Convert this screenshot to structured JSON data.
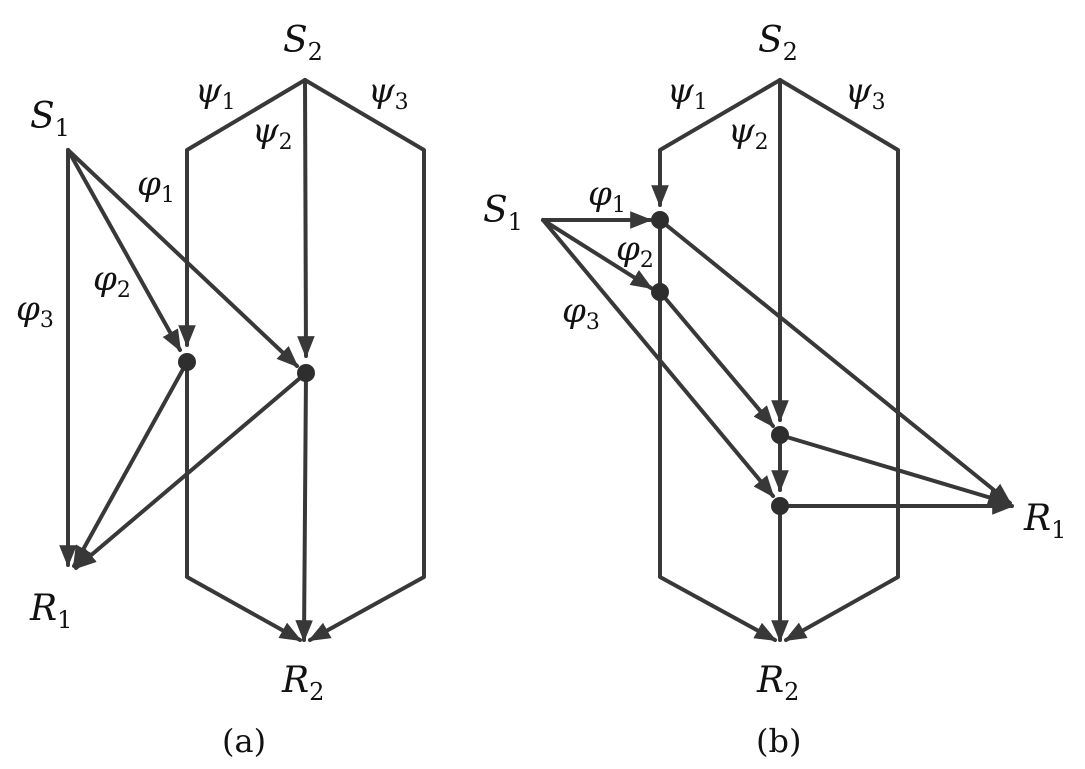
{
  "panel_a": {
    "source_1": "S",
    "source_1_sub": "1",
    "source_2": "S",
    "source_2_sub": "2",
    "receiver_1": "R",
    "receiver_1_sub": "1",
    "receiver_2": "R",
    "receiver_2_sub": "2",
    "phi_1": "φ",
    "phi_1_sub": "1",
    "phi_2": "φ",
    "phi_2_sub": "2",
    "phi_3": "φ",
    "phi_3_sub": "3",
    "psi_1": "ψ",
    "psi_1_sub": "1",
    "psi_2": "ψ",
    "psi_2_sub": "2",
    "psi_3": "ψ",
    "psi_3_sub": "3",
    "caption": "(a)"
  },
  "panel_b": {
    "source_1": "S",
    "source_1_sub": "1",
    "source_2": "S",
    "source_2_sub": "2",
    "receiver_1": "R",
    "receiver_1_sub": "1",
    "receiver_2": "R",
    "receiver_2_sub": "2",
    "phi_1": "φ",
    "phi_1_sub": "1",
    "phi_2": "φ",
    "phi_2_sub": "2",
    "phi_3": "φ",
    "phi_3_sub": "3",
    "psi_1": "ψ",
    "psi_1_sub": "1",
    "psi_2": "ψ",
    "psi_2_sub": "2",
    "psi_3": "ψ",
    "psi_3_sub": "3",
    "caption": "(b)"
  },
  "colors": {
    "edge": "#383838",
    "node": "#2e2e2e",
    "text": "#111111"
  }
}
